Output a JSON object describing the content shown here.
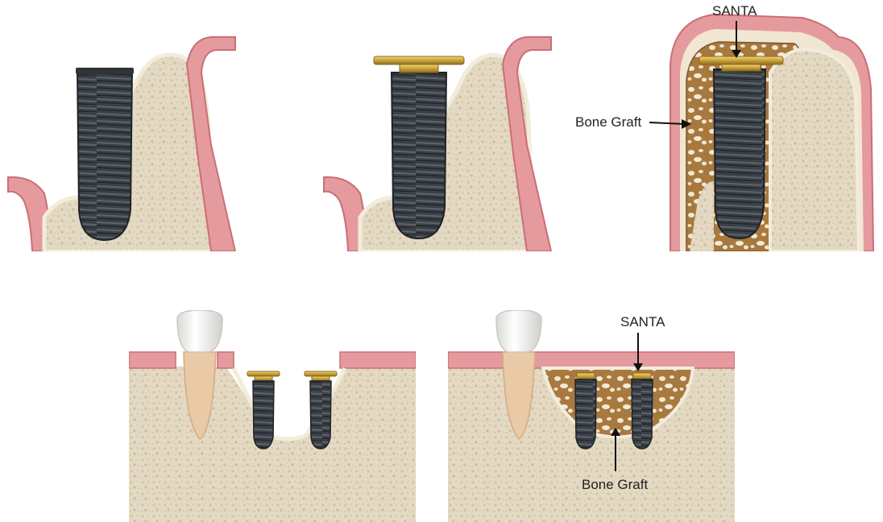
{
  "labels": {
    "santa_top": "SANTA",
    "bone_graft_top": "Bone Graft",
    "santa_bottom": "SANTA",
    "bone_graft_bottom": "Bone Graft"
  },
  "colors": {
    "bone": "#e6dcc6",
    "bone_cortex": "#f0ead9",
    "gum": "#e59a9e",
    "gum_edge": "#c96f76",
    "implant": "#3a3f45",
    "gold": "#c9a23a",
    "graft": "#a4773e",
    "tooth_crown": "#f4f4f2",
    "tooth_root": "#e9c9a6"
  }
}
